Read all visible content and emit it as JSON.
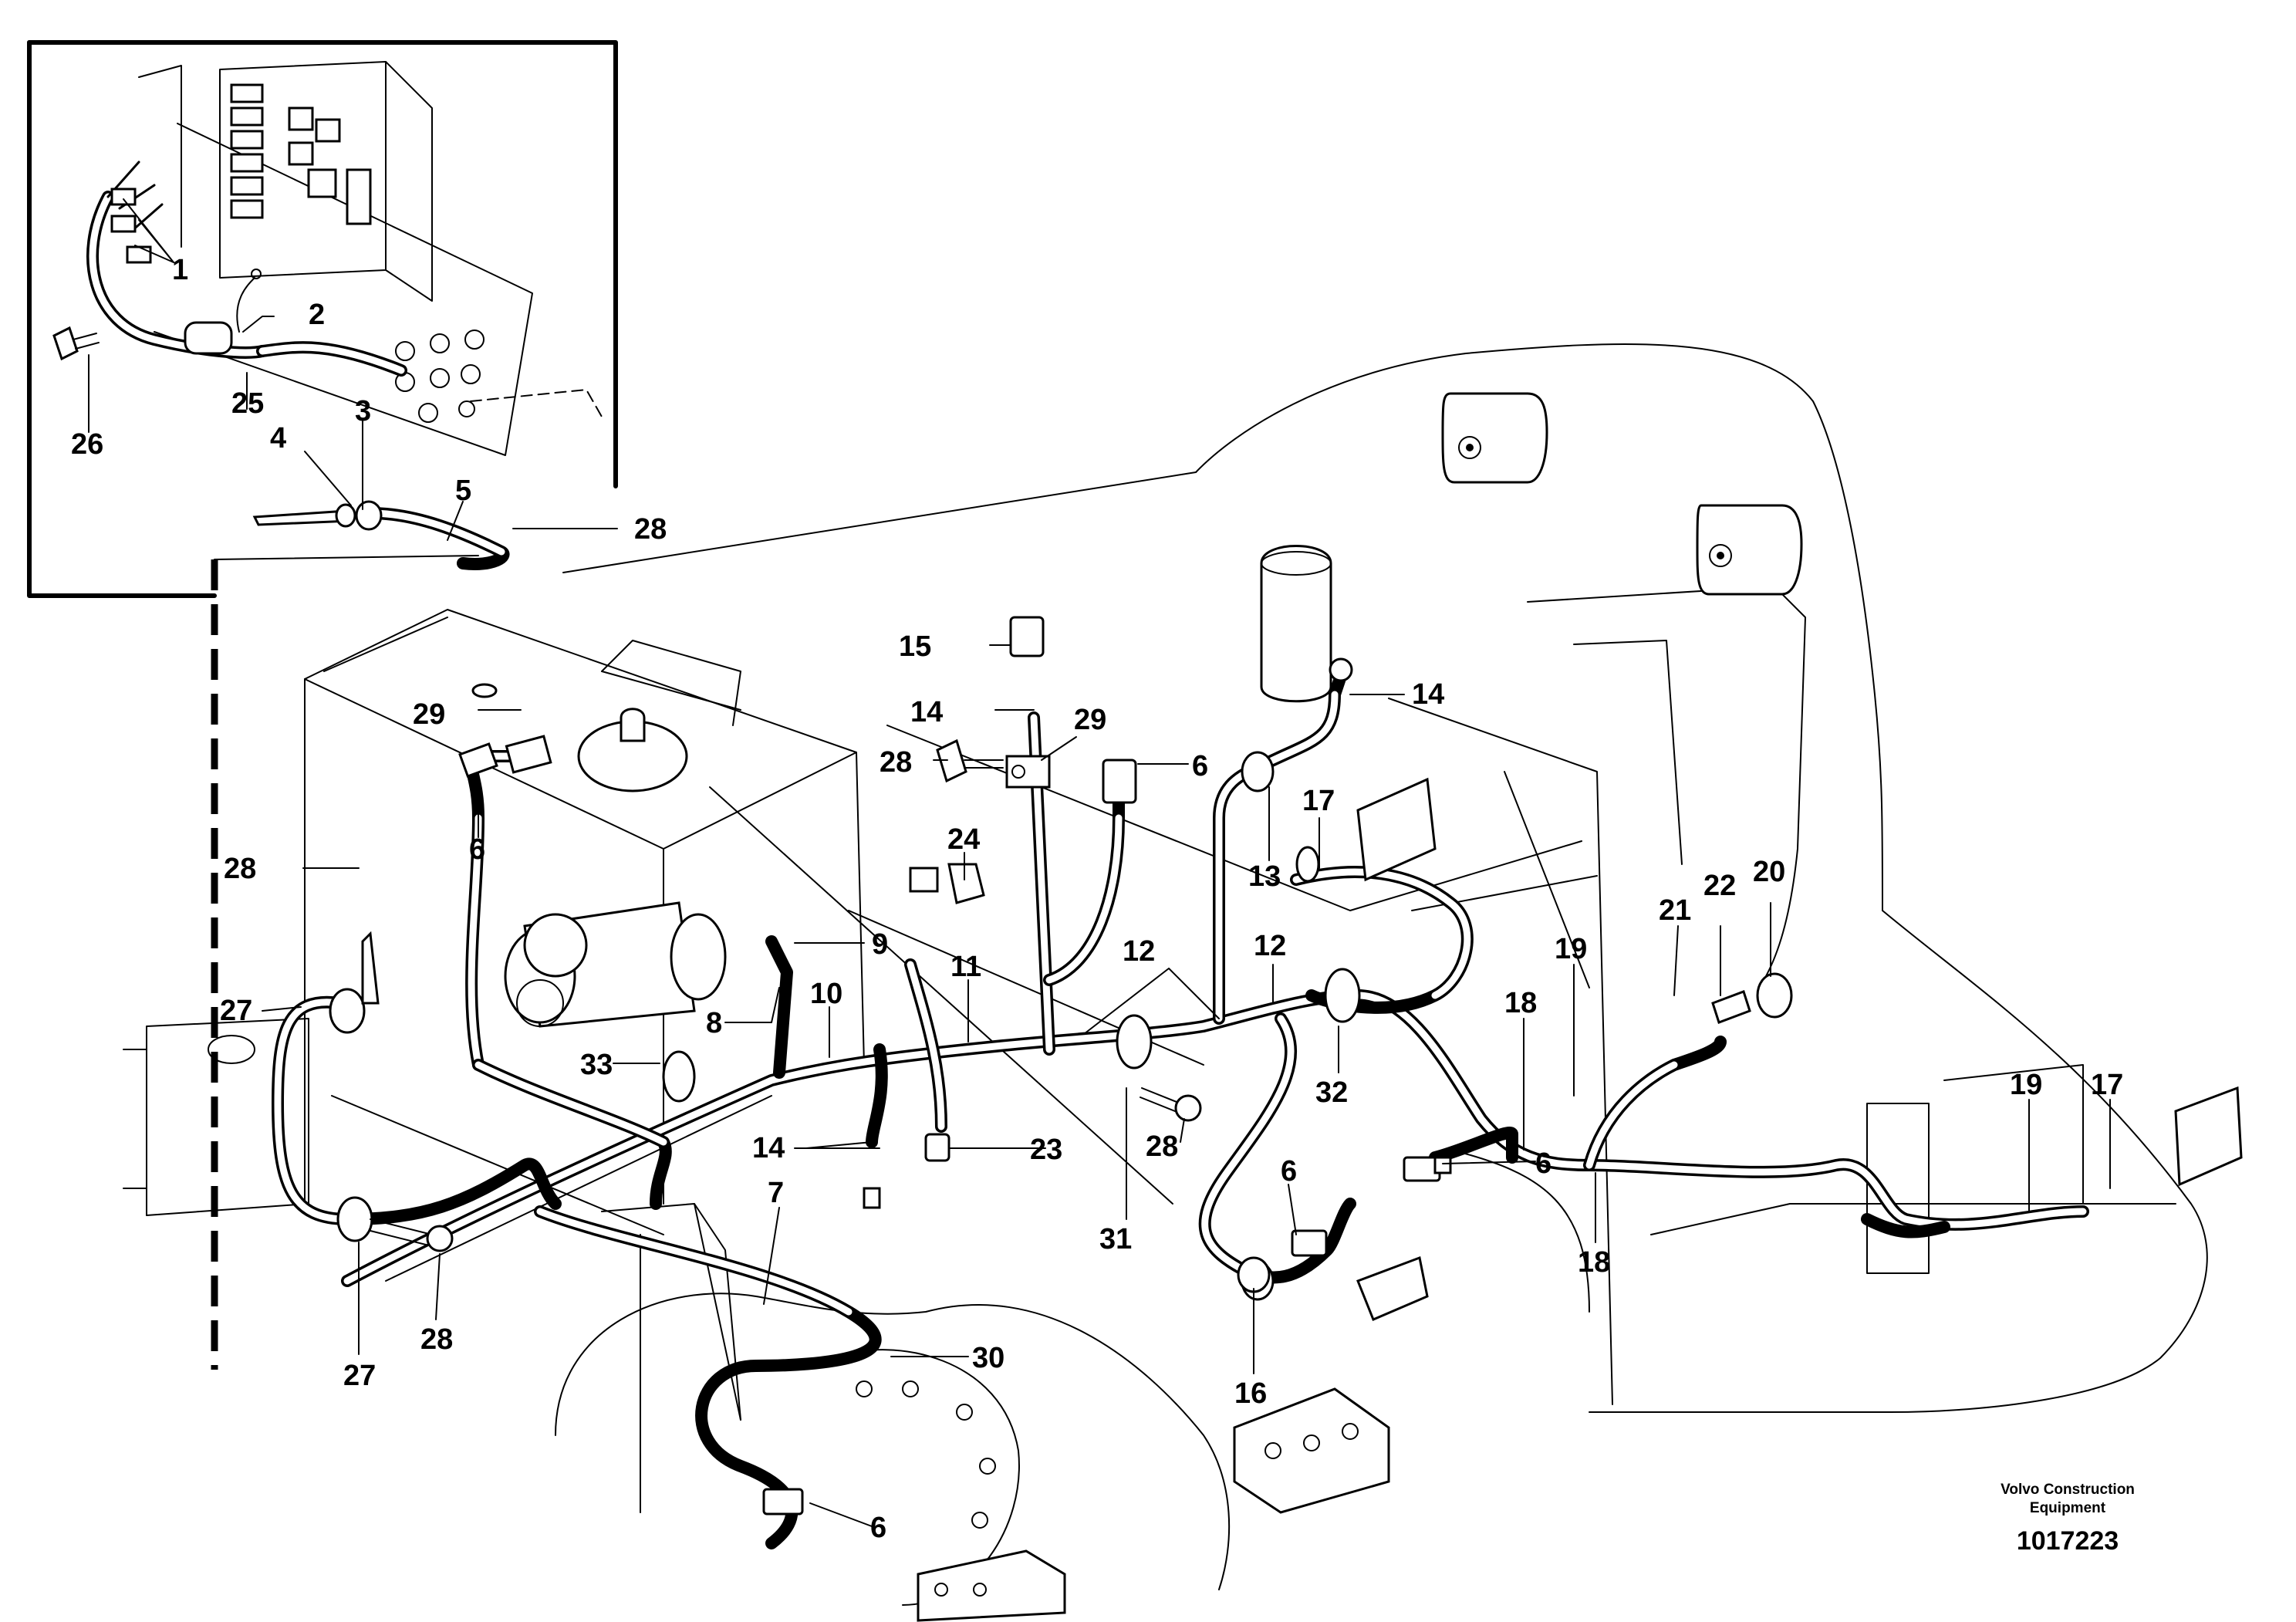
{
  "callouts": {
    "c1": "1",
    "c2": "2",
    "c3": "3",
    "c4": "4",
    "c5": "5",
    "c25": "25",
    "c26": "26",
    "c28a": "28",
    "c29a": "29",
    "c6a": "6",
    "c28b": "28",
    "c27a": "27",
    "c33": "33",
    "c8": "8",
    "c9": "9",
    "c10": "10",
    "c11": "11",
    "c24": "24",
    "c15": "15",
    "c14a": "14",
    "c28c": "28",
    "c29b": "29",
    "c6b": "6",
    "c14b": "14",
    "c13": "13",
    "c17a": "17",
    "c12a": "12",
    "c12b": "12",
    "c14c": "14",
    "c23": "23",
    "c31": "31",
    "c28d": "28",
    "c32": "32",
    "c21": "21",
    "c22": "22",
    "c20": "20",
    "c19a": "19",
    "c18a": "18",
    "c6c": "6",
    "c18b": "18",
    "c19b": "19",
    "c17b": "17",
    "c6d": "6",
    "c16": "16",
    "c7": "7",
    "c30": "30",
    "c6e": "6",
    "c27b": "27",
    "c28e": "28"
  },
  "footer": {
    "brand_line1": "Volvo Construction",
    "brand_line2": "Equipment",
    "doc_number": "1017223"
  }
}
